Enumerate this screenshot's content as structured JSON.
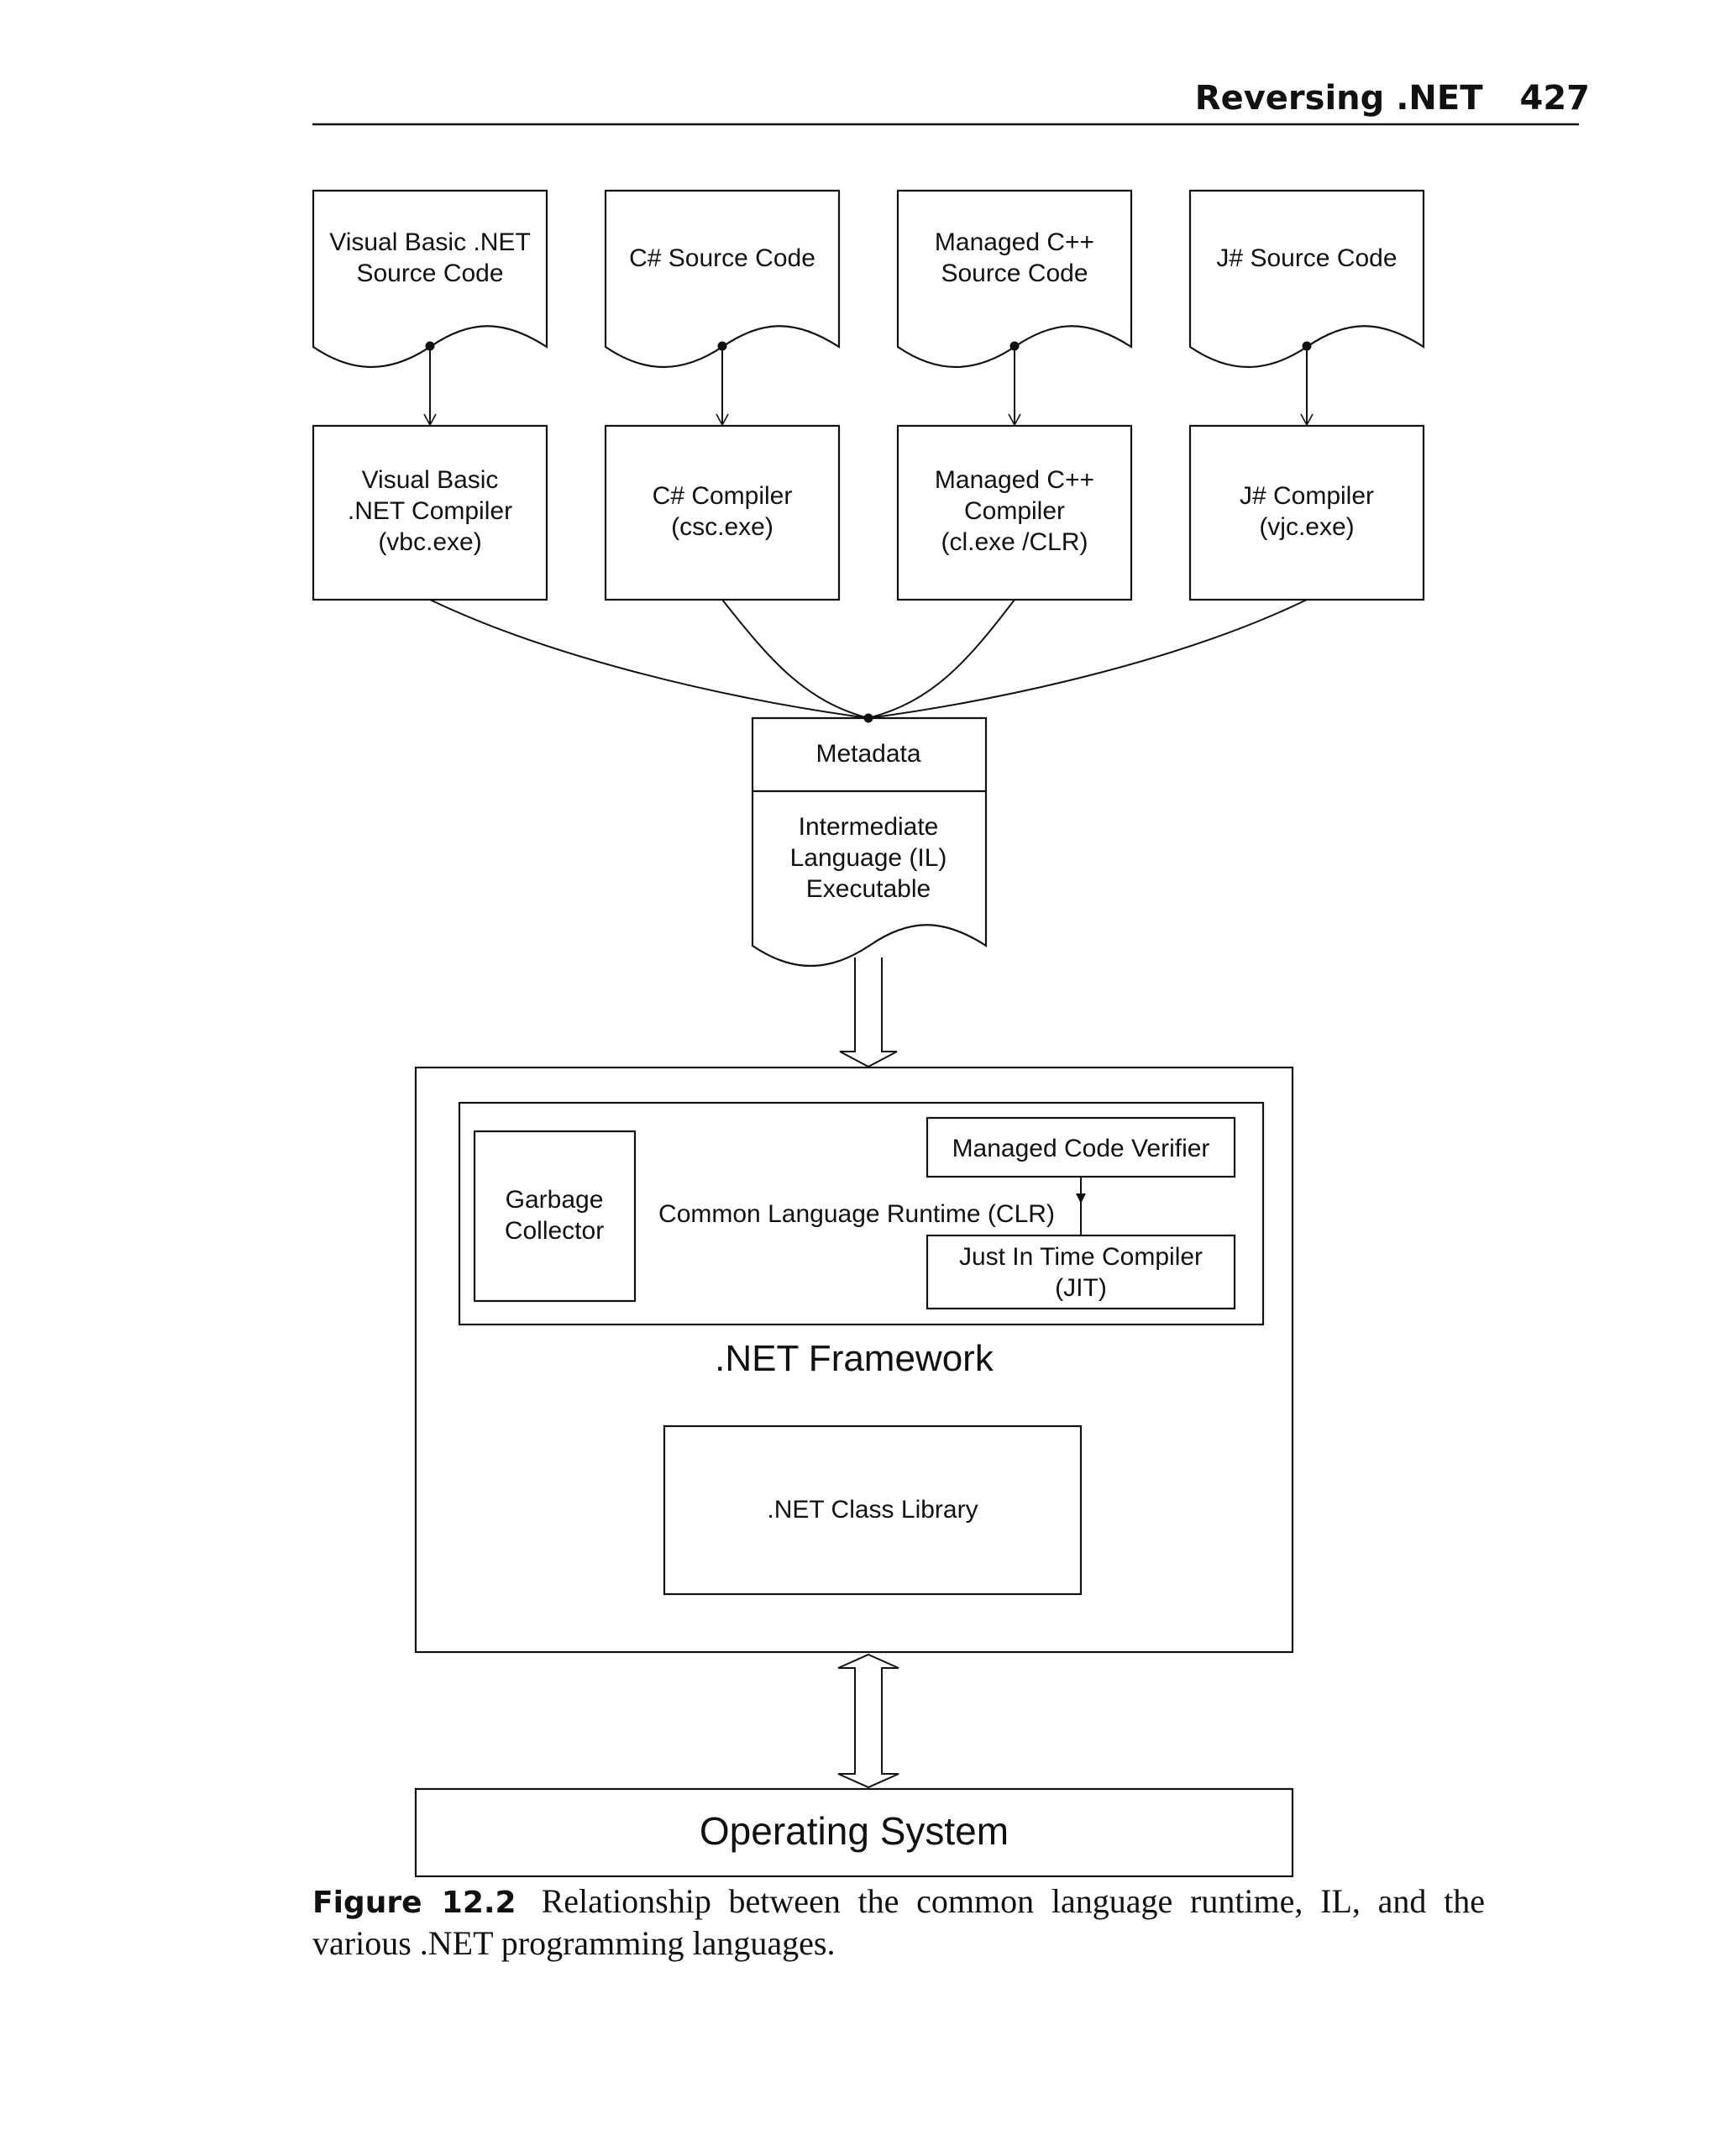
{
  "header": {
    "title": "Reversing .NET",
    "page_number": "427"
  },
  "diagram": {
    "sources": [
      {
        "lines": [
          "Visual Basic .NET",
          "Source Code"
        ]
      },
      {
        "lines": [
          "C# Source Code"
        ]
      },
      {
        "lines": [
          "Managed C++",
          "Source Code"
        ]
      },
      {
        "lines": [
          "J# Source Code"
        ]
      }
    ],
    "compilers": [
      {
        "lines": [
          "Visual Basic",
          ".NET Compiler",
          "(vbc.exe)"
        ]
      },
      {
        "lines": [
          "C# Compiler",
          "(csc.exe)"
        ]
      },
      {
        "lines": [
          "Managed C++",
          "Compiler",
          "(cl.exe /CLR)"
        ]
      },
      {
        "lines": [
          "J# Compiler",
          "(vjc.exe)"
        ]
      }
    ],
    "il_doc": {
      "metadata": "Metadata",
      "il_lines": [
        "Intermediate",
        "Language (IL)",
        "Executable"
      ]
    },
    "framework": {
      "label": ".NET Framework",
      "clr_label": "Common Language Runtime (CLR)",
      "garbage_collector": [
        "Garbage",
        "Collector"
      ],
      "verifier": "Managed Code Verifier",
      "jit": [
        "Just In Time Compiler",
        "(JIT)"
      ],
      "class_library": ".NET Class Library"
    },
    "os": "Operating System"
  },
  "caption": {
    "figure_label": "Figure 12.2",
    "text": "Relationship between the common language runtime, IL, and the various .NET programming languages."
  }
}
